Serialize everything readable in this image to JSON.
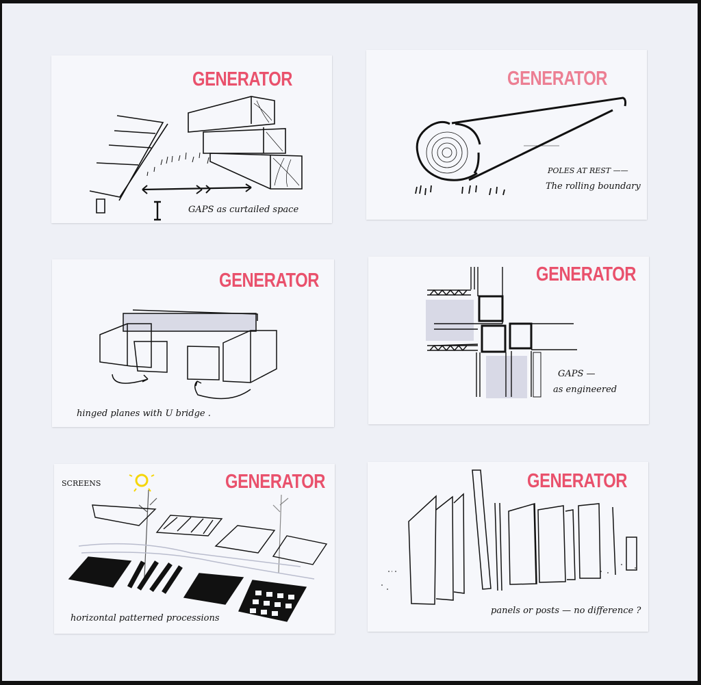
{
  "board": {
    "background": "#eef0f6",
    "frame_color": "#111111",
    "stamp_color": "#e8405d"
  },
  "cards": [
    {
      "stamp": "GENERATOR",
      "caption": "GAPS as curtailed space",
      "subject": "stacked timber beams beside stepped planes with dimension arrows"
    },
    {
      "stamp": "GENERATOR",
      "caption_line1": "POLES AT REST ——",
      "caption_line2": "The rolling boundary",
      "subject": "log lying on grass with tree rings"
    },
    {
      "stamp": "GENERATOR",
      "caption": "hinged planes with U bridge .",
      "subject": "boxes with hinged planes and a U-channel bridge"
    },
    {
      "stamp": "GENERATOR",
      "caption_line1": "GAPS —",
      "caption_line2": "as engineered",
      "subject": "section detail of timber members with gaps"
    },
    {
      "stamp": "GENERATOR",
      "label": "SCREENS",
      "caption": "horizontal patterned processions",
      "subject": "flat screens with patterns, trees and a yellow sun"
    },
    {
      "stamp": "GENERATOR",
      "caption": "panels or posts — no difference ?",
      "subject": "row of upright panels and posts"
    }
  ]
}
